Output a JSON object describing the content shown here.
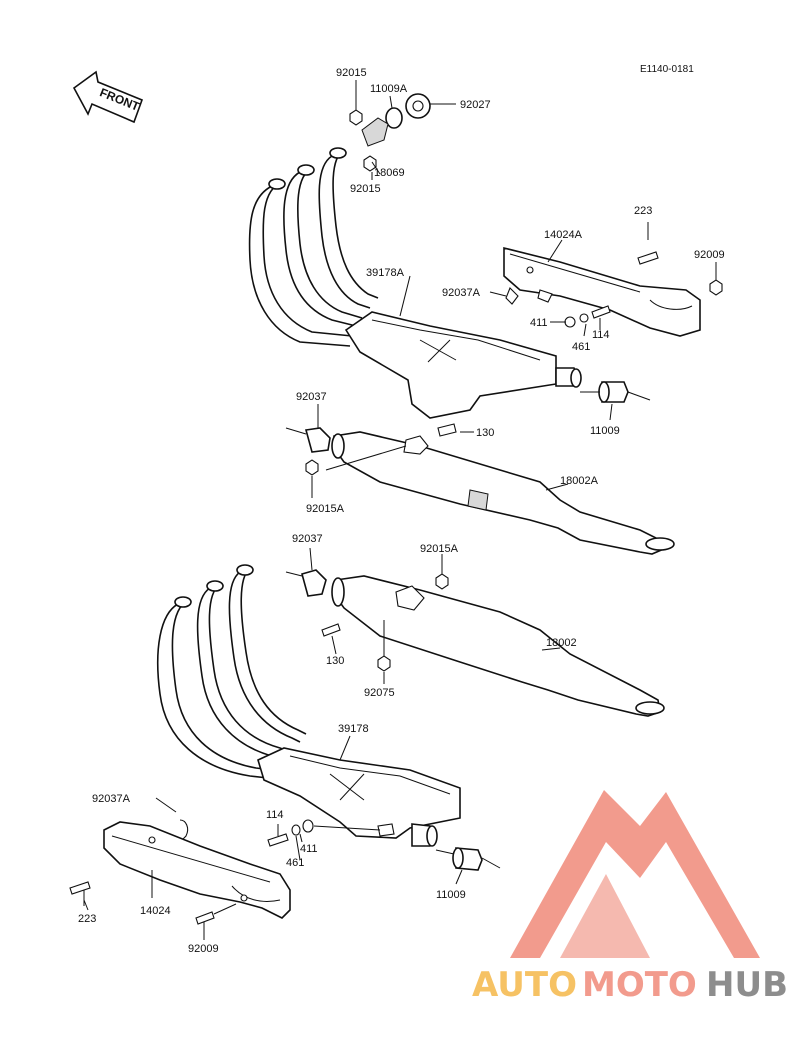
{
  "diagram_code": "E1140-0181",
  "front_arrow_label": "FRONT",
  "labels": {
    "p92015_top": "92015",
    "p11009A": "11009A",
    "p92027": "92027",
    "p18069": "18069",
    "p92015_mid": "92015",
    "p223_top": "223",
    "p14024A": "14024A",
    "p92009_top": "92009",
    "p39178A": "39178A",
    "p92037A_top": "92037A",
    "p411_top": "411",
    "p114_top": "114",
    "p461_top": "461",
    "p92037_top": "92037",
    "p130_top": "130",
    "p11009_top": "11009",
    "p18002A": "18002A",
    "p92015A_top": "92015A",
    "p92037_bot": "92037",
    "p92015A_bot": "92015A",
    "p18002": "18002",
    "p130_bot": "130",
    "p92075": "92075",
    "p39178": "39178",
    "p92037A_bot": "92037A",
    "p114_bot": "114",
    "p411_bot": "411",
    "p461_bot": "461",
    "p11009_bot": "11009",
    "p223_bot": "223",
    "p14024": "14024",
    "p92009_bot": "92009"
  },
  "watermark": {
    "part1": "AUTO",
    "part2": "MOTO",
    "part3": "HUB",
    "color_orange": "#f5b84a",
    "color_salmon": "#f08a7a",
    "color_gray": "#7a7a7a"
  }
}
